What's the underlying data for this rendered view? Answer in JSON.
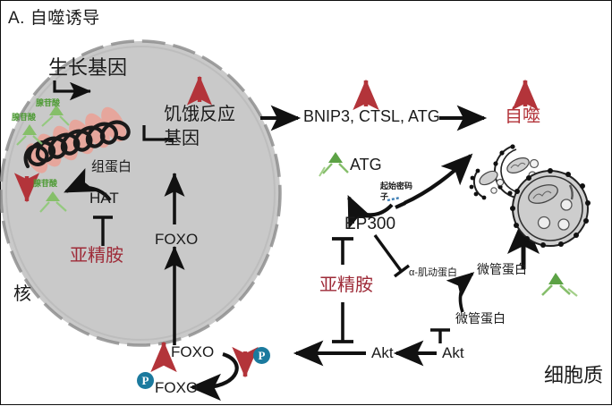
{
  "figure": {
    "panel_label": "A. 自噬诱导",
    "compartments": {
      "nucleus": "核",
      "cytoplasm": "细胞质"
    }
  },
  "nucleus": {
    "growth_genes": "生长基因",
    "starvation_genes_line1": "饥饿反应",
    "starvation_genes_line2": "基因",
    "histone": "组蛋白",
    "hat": "HAT",
    "spermidine": "亚精胺",
    "foxo_upper": "FOXO",
    "acetyl_top": "腺苷酸",
    "acetyl_left": "腺苷酸",
    "acetyl_bottom": "腺苷酸"
  },
  "cytoplasm": {
    "targets": "BNIP3, CTSL, ATG",
    "autophagy": "自噬",
    "atg": "ATG",
    "start_codon_line1": "起始密码",
    "start_codon_line2": "子",
    "ep300": "EP300",
    "spermidine": "亚精胺",
    "akt_left": "Akt",
    "akt_right": "Akt",
    "alpha_actin": "α-肌动蛋白",
    "tubulin_top": "微管蛋白",
    "tubulin_bottom": "微管蛋白",
    "foxo_nuclear": "FOXO",
    "foxo_phospho": "FOXO",
    "phospho_badge_1": "P",
    "phospho_badge_2": "P"
  },
  "colors": {
    "nucleus_fill": "#c9c9c9",
    "nucleus_border": "#9a9a9a",
    "red_accent": "#b3343a",
    "spermidine_text": "#9e2b38",
    "acetyl_green": "#4f9b36",
    "phospho_blue": "#1b7a9e",
    "histone_pink": "#e8a59a",
    "stroke_black": "#111111"
  }
}
